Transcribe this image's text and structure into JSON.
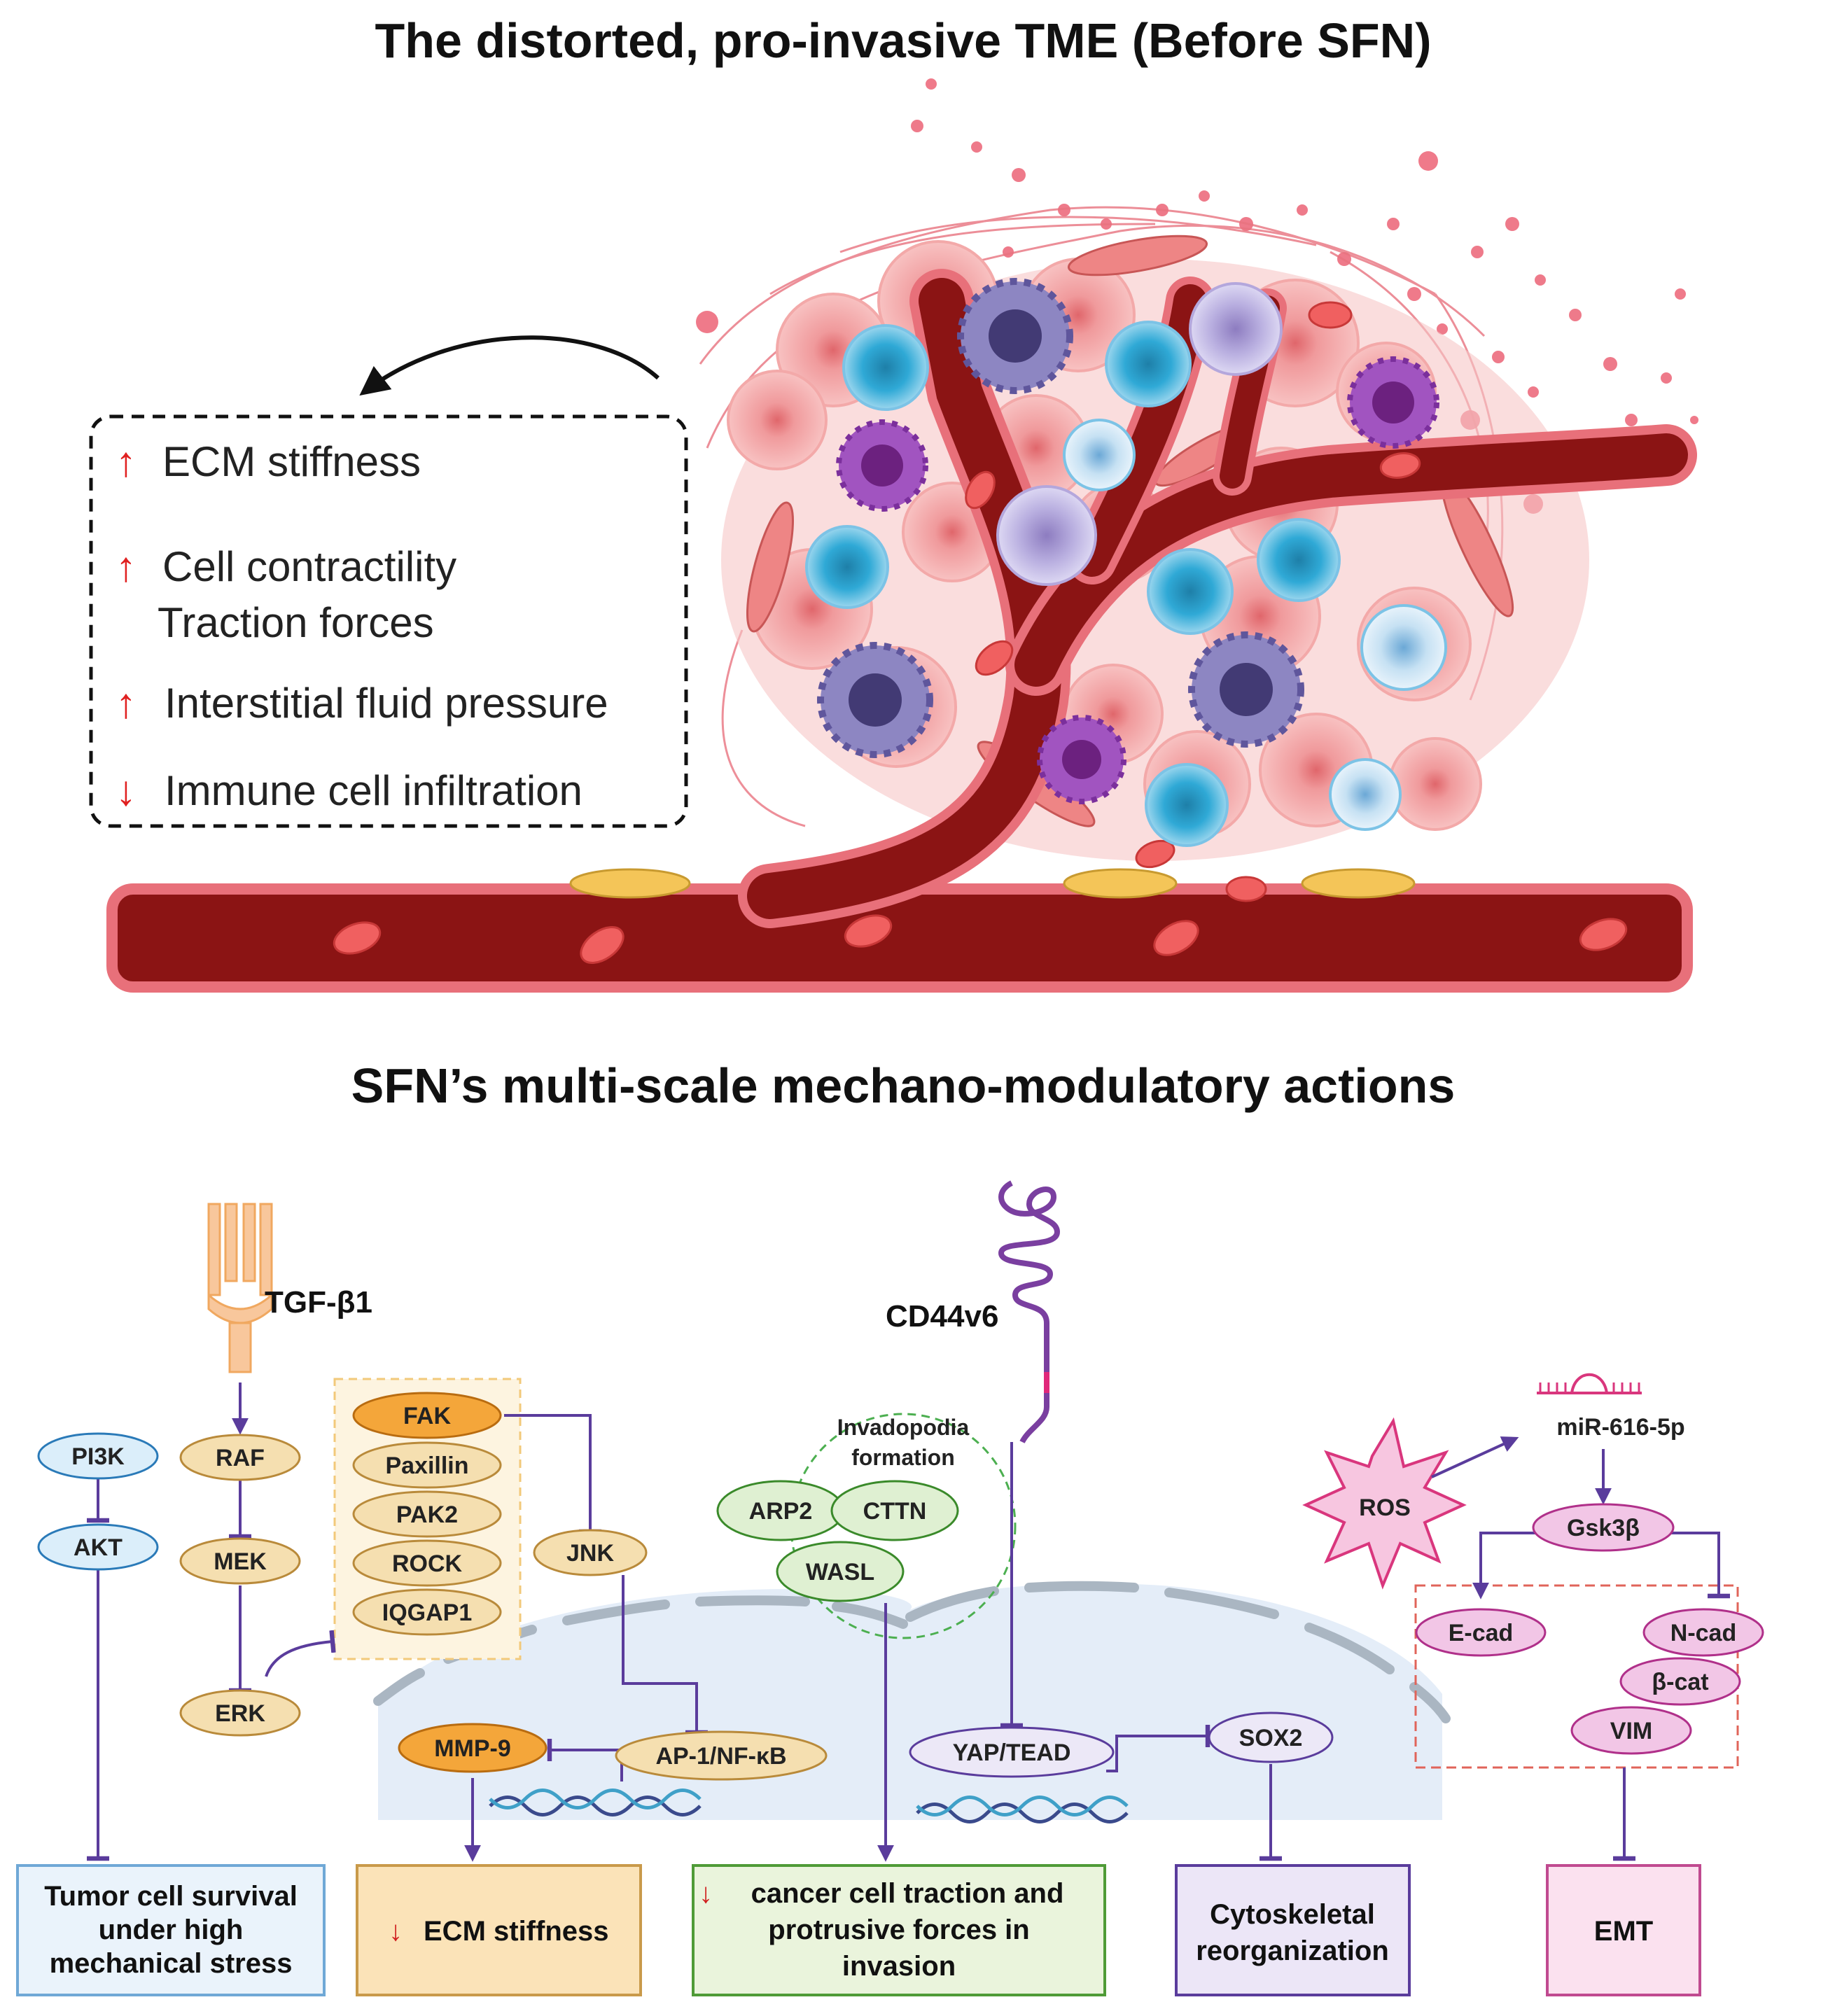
{
  "titles": {
    "top": "The distorted, pro-invasive TME (Before SFN)",
    "bottom": "SFN’s multi-scale mechano-modulatory actions"
  },
  "tme_box": {
    "items": [
      {
        "arrow": "↑",
        "lines": [
          "ECM stiffness"
        ]
      },
      {
        "arrow": "↑",
        "lines": [
          "Cell contractility",
          "Traction forces"
        ]
      },
      {
        "arrow": "↑",
        "lines": [
          "Interstitial fluid pressure"
        ]
      },
      {
        "arrow": "↓",
        "lines": [
          "Immune cell infiltration"
        ]
      }
    ]
  },
  "receptors": {
    "tgf": "TGF-β1",
    "cd44": "CD44v6"
  },
  "nodes": {
    "pi3k": "PI3K",
    "akt": "AKT",
    "raf": "RAF",
    "mek": "MEK",
    "erk": "ERK",
    "fak": "FAK",
    "paxillin": "Paxillin",
    "pak2": "PAK2",
    "rock": "ROCK",
    "iqgap1": "IQGAP1",
    "jnk": "JNK",
    "ap1": "AP-1/NF-κB",
    "mmp9": "MMP-9",
    "invadopodia_line1": "Invadopodia",
    "invadopodia_line2": "formation",
    "arp2": "ARP2",
    "cttn": "CTTN",
    "wasl": "WASL",
    "yap": "YAP/TEAD",
    "sox2": "SOX2",
    "ros": "ROS",
    "mirna": "miR-616-5p",
    "gsk": "Gsk3β",
    "ecad": "E-cad",
    "ncad": "N-cad",
    "bcat": "β-cat",
    "vim": "VIM"
  },
  "outcomes": {
    "survival": [
      "Tumor cell survival",
      "under high",
      "mechanical stress"
    ],
    "ecm": {
      "arrow": "↓",
      "text": "ECM stiffness"
    },
    "traction": {
      "arrow": "↓",
      "lines": [
        "cancer cell traction and",
        "protrusive forces in",
        "invasion"
      ]
    },
    "cyto": [
      "Cytoskeletal",
      "reorganization"
    ],
    "emt": "EMT"
  },
  "colors": {
    "vessel": "#8b1414",
    "vessel_wall": "#e8707a",
    "tumor_cell": "#f4a0a0",
    "immune_blue": "#2fa9d6",
    "immune_purple": "#8f3aa8",
    "inhibit": "#5a3c9c",
    "orange_node": "#f5dfb0",
    "blue_node": "#dbeefa",
    "pink_node": "#f2c6e6"
  }
}
